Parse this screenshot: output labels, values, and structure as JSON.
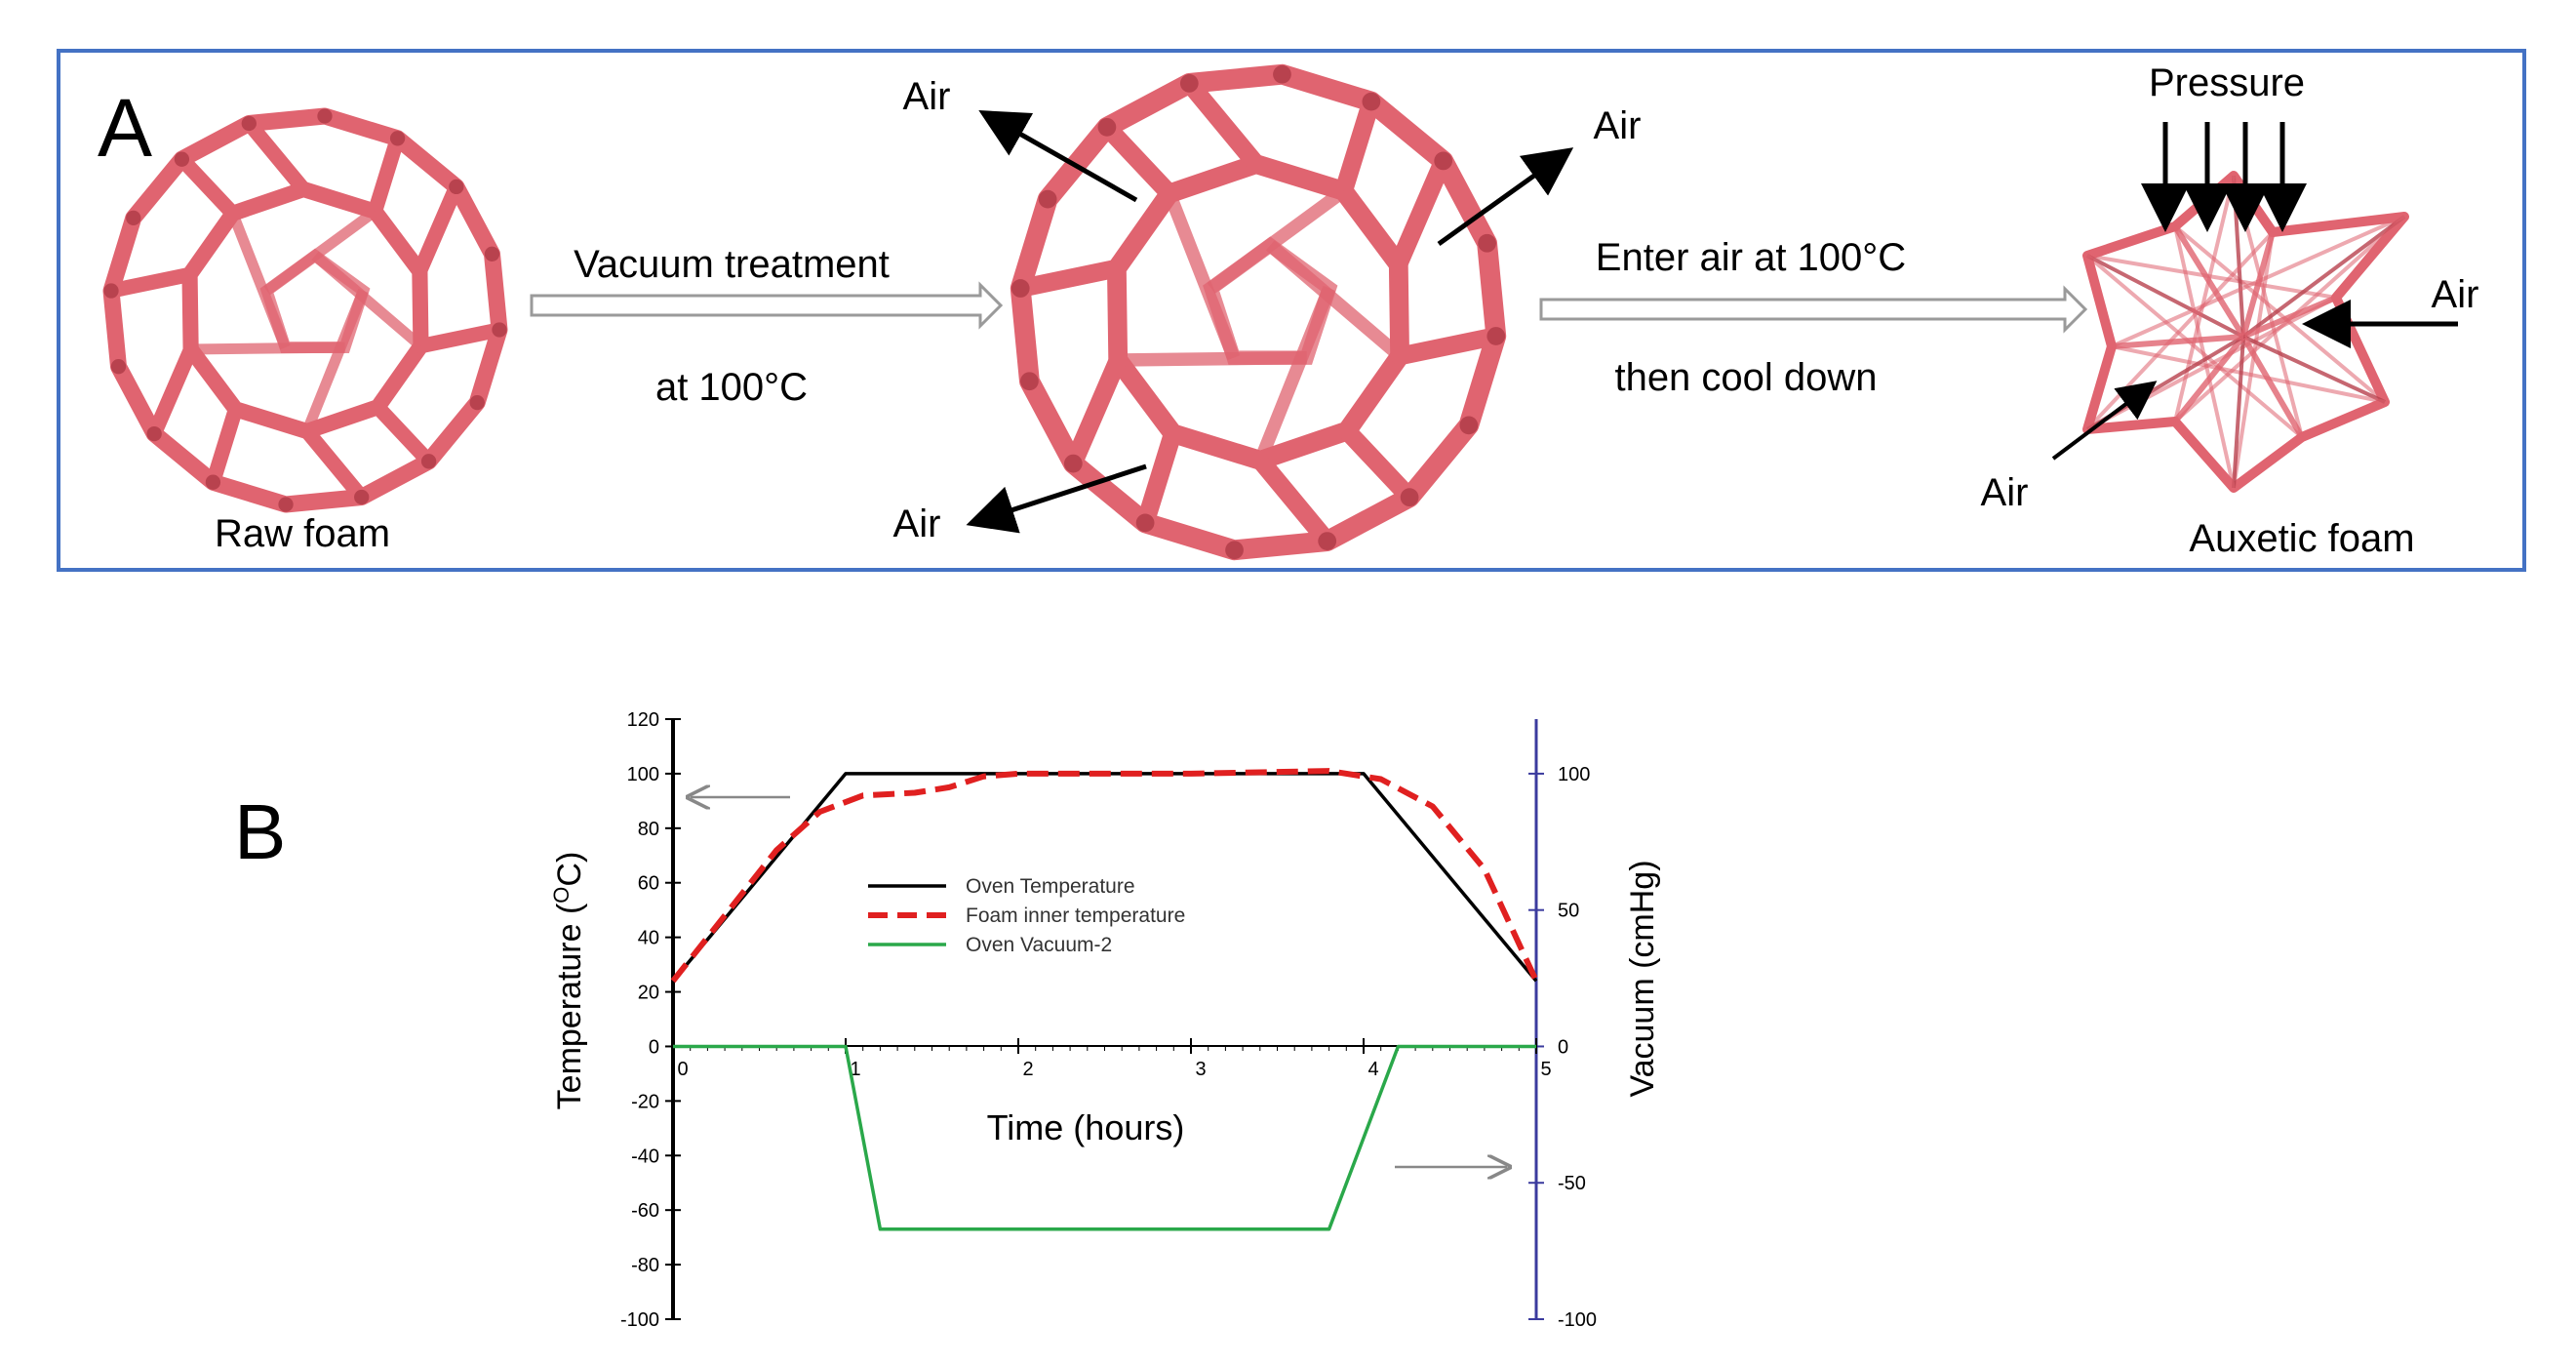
{
  "panel_a": {
    "panel_letter": "A",
    "stage_labels": {
      "raw": "Raw foam",
      "auxetic": "Auxetic foam"
    },
    "step1": {
      "line1": "Vacuum treatment",
      "line2": "at 100°C"
    },
    "step2": {
      "line1": "Enter air at 100°C",
      "line2": "then cool down"
    },
    "air_label": "Air",
    "pressure_label": "Pressure",
    "colors": {
      "frame": "#4472c4",
      "foam": "#e06470",
      "foam_dark": "#b8424e",
      "arrow": "#000000",
      "process_arrow": "#9a9a9a"
    }
  },
  "panel_b": {
    "panel_letter": "B"
  },
  "chart_data": {
    "type": "line",
    "xlabel": "Time (hours)",
    "ylabel_left": "Temperature (OC)",
    "ylabel_left_main": "Temperature (",
    "ylabel_left_sup": "O",
    "ylabel_left_tail": "C)",
    "ylabel_right": "Vacuum (cmHg)",
    "xlim": [
      0,
      5
    ],
    "ylim_left": [
      -100,
      120
    ],
    "ylim_right": [
      -100,
      120
    ],
    "x_ticks": [
      "0",
      "1",
      "2",
      "3",
      "4",
      "5"
    ],
    "y_ticks_left": [
      "120",
      "100",
      "80",
      "60",
      "40",
      "20",
      "0",
      "-20",
      "-40",
      "-60",
      "-80",
      "-100"
    ],
    "y_ticks_right": [
      "100",
      "50",
      "0",
      "-50",
      "-100"
    ],
    "legend_position": "center-left",
    "series": [
      {
        "name": "Oven Temperature",
        "axis": "left",
        "style": "solid",
        "color": "#000000",
        "points": [
          [
            0,
            24
          ],
          [
            1,
            100
          ],
          [
            4,
            100
          ],
          [
            5,
            24
          ]
        ]
      },
      {
        "name": "Foam inner temperature",
        "axis": "left",
        "style": "dashed",
        "color": "#e02020",
        "points": [
          [
            0,
            24
          ],
          [
            0.3,
            48
          ],
          [
            0.6,
            72
          ],
          [
            0.85,
            86
          ],
          [
            1.1,
            92
          ],
          [
            1.4,
            93
          ],
          [
            1.6,
            95
          ],
          [
            1.8,
            99
          ],
          [
            2.0,
            100
          ],
          [
            3.0,
            100
          ],
          [
            3.8,
            101
          ],
          [
            4.1,
            98
          ],
          [
            4.4,
            88
          ],
          [
            4.7,
            65
          ],
          [
            5,
            24
          ]
        ]
      },
      {
        "name": "Oven Vacuum-2",
        "axis": "right",
        "style": "solid",
        "color": "#2aa84a",
        "points": [
          [
            0,
            0
          ],
          [
            1,
            0
          ],
          [
            1.2,
            -67
          ],
          [
            3.8,
            -67
          ],
          [
            4.2,
            0
          ],
          [
            5,
            0
          ]
        ]
      }
    ]
  }
}
